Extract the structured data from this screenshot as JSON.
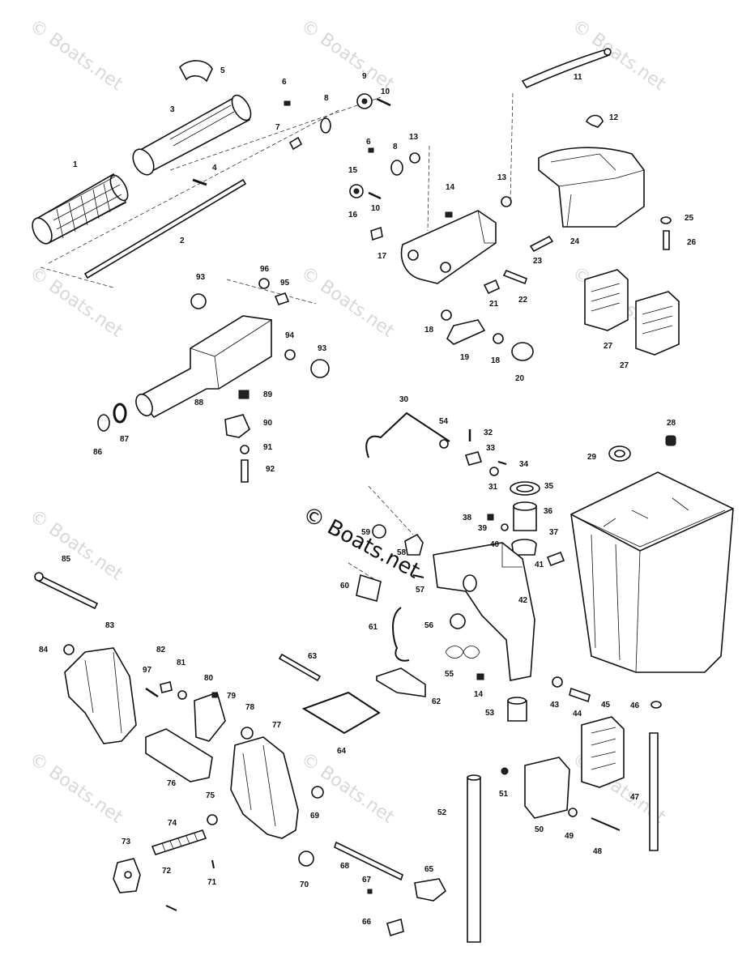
{
  "brand_mark": "© Boats.net",
  "watermark_text": "© Boats.net",
  "colors": {
    "ink": "#111111",
    "background": "#ffffff",
    "watermark": "#d8d8d8"
  },
  "part_numbers": [
    "1",
    "2",
    "3",
    "4",
    "5",
    "6",
    "7",
    "8",
    "9",
    "10",
    "11",
    "12",
    "13",
    "14",
    "15",
    "16",
    "17",
    "18",
    "19",
    "20",
    "21",
    "22",
    "23",
    "24",
    "25",
    "26",
    "27",
    "28",
    "29",
    "30",
    "31",
    "32",
    "33",
    "34",
    "35",
    "36",
    "37",
    "38",
    "39",
    "40",
    "41",
    "42",
    "43",
    "44",
    "45",
    "46",
    "47",
    "48",
    "49",
    "50",
    "51",
    "52",
    "53",
    "54",
    "55",
    "56",
    "57",
    "58",
    "59",
    "60",
    "61",
    "62",
    "63",
    "64",
    "65",
    "66",
    "67",
    "68",
    "69",
    "70",
    "71",
    "72",
    "73",
    "74",
    "75",
    "76",
    "77",
    "78",
    "79",
    "80",
    "81",
    "82",
    "83",
    "84",
    "85",
    "86",
    "87",
    "88",
    "89",
    "90",
    "91",
    "92",
    "93",
    "94",
    "95",
    "96",
    "97"
  ]
}
